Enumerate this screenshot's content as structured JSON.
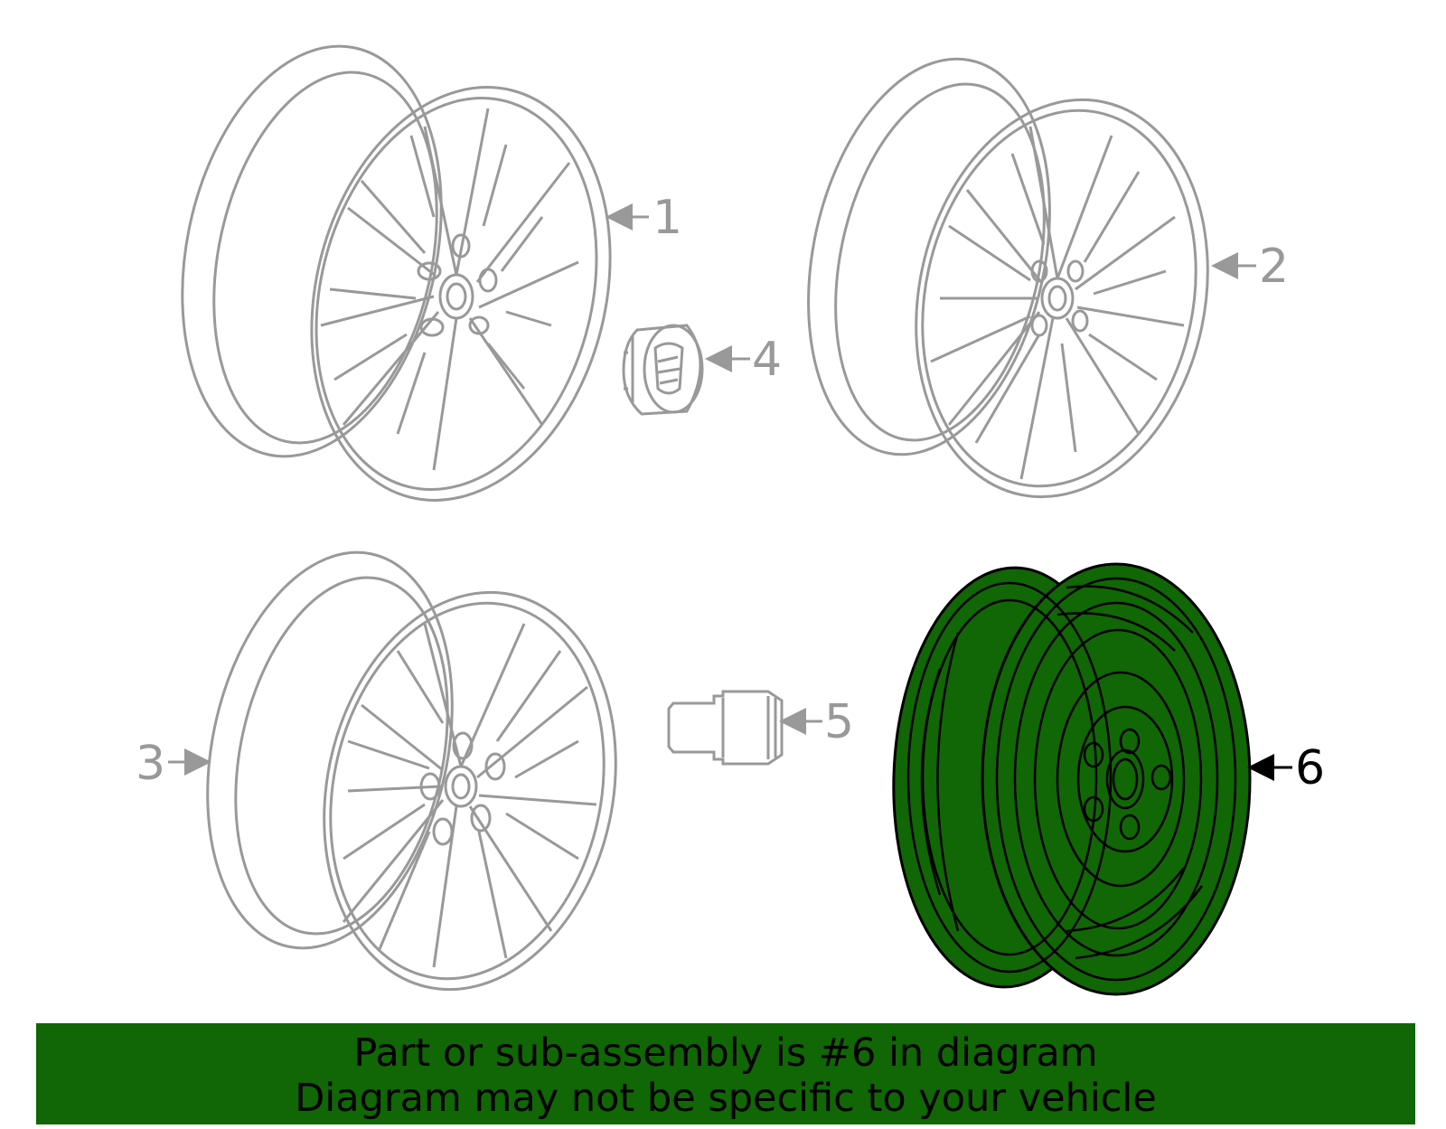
{
  "colors": {
    "inactive_line": "#999999",
    "highlight_fill": "#116605",
    "highlight_line": "#000000",
    "banner_bg": "#116605",
    "banner_text": "#000000"
  },
  "callouts": {
    "c1": "1",
    "c2": "2",
    "c3": "3",
    "c4": "4",
    "c5": "5",
    "c6": "6"
  },
  "highlighted_part": "6",
  "banner": {
    "line1": "Part or sub-assembly is #6 in diagram",
    "line2": "Diagram may not be specific to your vehicle"
  }
}
